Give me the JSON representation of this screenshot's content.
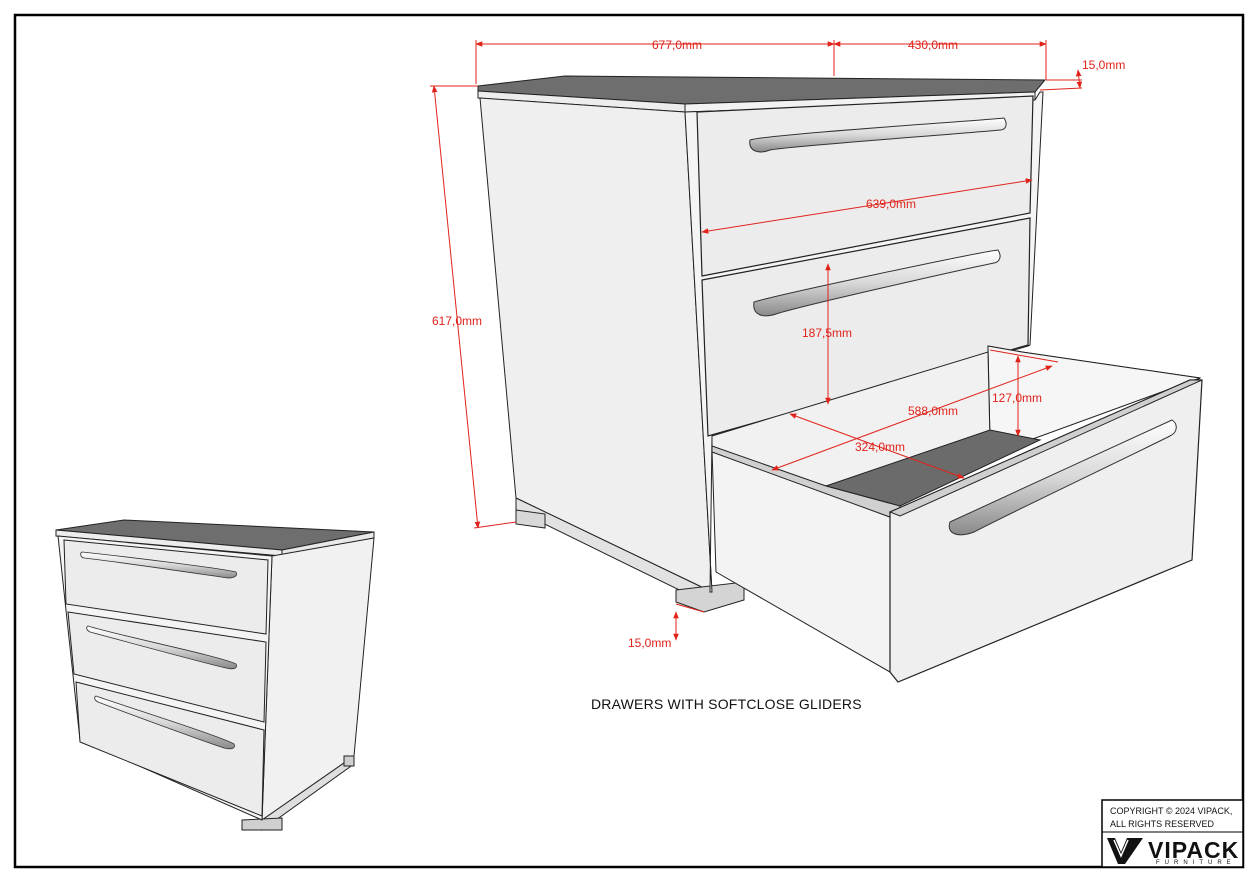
{
  "dimensions": {
    "total_width": "677,0mm",
    "depth": "430,0mm",
    "top_thickness": "15,0mm",
    "height": "617,0mm",
    "inner_front_width": "639,0mm",
    "drawer_front_height": "187,5mm",
    "drawer_inner_height": "127,0mm",
    "drawer_inner_width": "588,0mm",
    "drawer_inner_depth": "324,0mm",
    "leg_height": "15,0mm"
  },
  "caption": "DRAWERS WITH SOFTCLOSE GLIDERS",
  "copyright": {
    "line1": "COPYRIGHT  © 2024 VIPACK,",
    "line2": "ALL RIGHTS RESERVED"
  },
  "brand": {
    "name": "VIPACK",
    "tagline": "FURNITURE"
  }
}
